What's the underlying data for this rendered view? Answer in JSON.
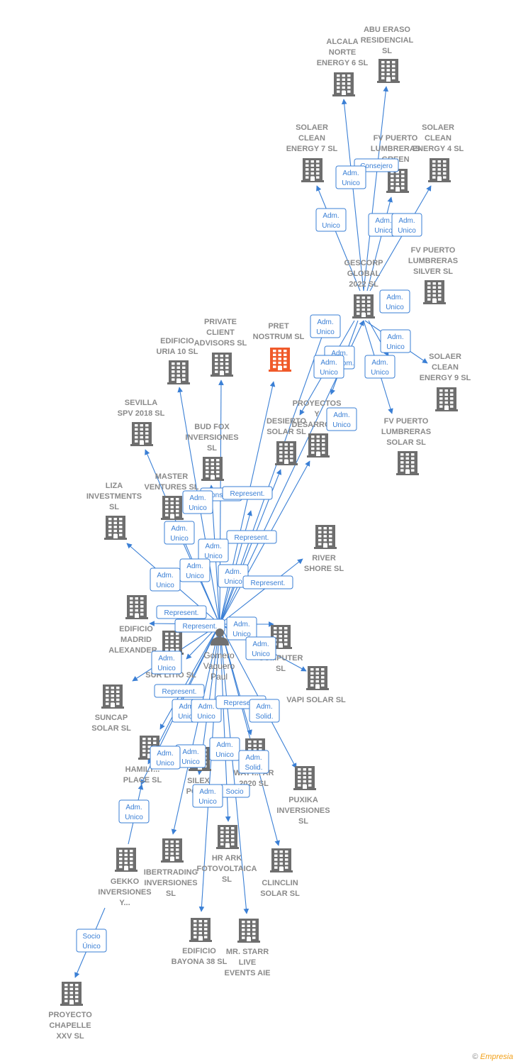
{
  "colors": {
    "building": "#6e6e6e",
    "building_highlight": "#f05a2a",
    "edge": "#3a7fd5",
    "person": "#707070",
    "label": "#8a8a8a"
  },
  "center": {
    "name": [
      "Gomero",
      "Vaquero",
      "Paul"
    ]
  },
  "nodes": [
    {
      "id": "abu",
      "lines": [
        "ABU ERASO",
        "RESIDENCIAL",
        "SL"
      ]
    },
    {
      "id": "alcala",
      "lines": [
        "ALCALA",
        "NORTE",
        "ENERGY 6  SL"
      ]
    },
    {
      "id": "solaer7",
      "lines": [
        "SOLAER",
        "CLEAN",
        "ENERGY 7  SL"
      ]
    },
    {
      "id": "fvgreen",
      "lines": [
        "FV PUERTO",
        "LUMBRERAS",
        "GREEN"
      ]
    },
    {
      "id": "solaer4",
      "lines": [
        "SOLAER",
        "CLEAN",
        "ENERGY 4  SL"
      ]
    },
    {
      "id": "fvsilver",
      "lines": [
        "FV PUERTO",
        "LUMBRERAS",
        "SILVER  SL"
      ]
    },
    {
      "id": "gescorp",
      "lines": [
        "GESCORP",
        "GLOBAL",
        "2022  SL"
      ]
    },
    {
      "id": "pret",
      "lines": [
        "PRET",
        "NOSTRUM  SL"
      ]
    },
    {
      "id": "private",
      "lines": [
        "PRIVATE",
        "CLIENT",
        "ADVISORS  SL"
      ]
    },
    {
      "id": "uria",
      "lines": [
        "EDIFICIO",
        "URIA 10  SL"
      ]
    },
    {
      "id": "solaer9",
      "lines": [
        "SOLAER",
        "CLEAN",
        "ENERGY 9  SL"
      ]
    },
    {
      "id": "fvsolar",
      "lines": [
        "FV PUERTO",
        "LUMBRERAS",
        "SOLAR  SL"
      ]
    },
    {
      "id": "sevilla",
      "lines": [
        "SEVILLA",
        "SPV 2018  SL"
      ]
    },
    {
      "id": "budfox",
      "lines": [
        "BUD FOX",
        "INVERSIONES",
        "SL"
      ]
    },
    {
      "id": "desierto",
      "lines": [
        "DESIERTO",
        "SOLAR  SL"
      ]
    },
    {
      "id": "proyectos",
      "lines": [
        "PROYECTOS",
        "Y",
        "DESARROL..."
      ]
    },
    {
      "id": "master",
      "lines": [
        "MASTER",
        "VENTURES  SL"
      ]
    },
    {
      "id": "liza",
      "lines": [
        "LIZA",
        "INVESTMENTS",
        "SL"
      ]
    },
    {
      "id": "river",
      "lines": [
        "RIVER",
        "SHORE  SL"
      ]
    },
    {
      "id": "madrid",
      "lines": [
        "EDIFICIO",
        "MADRID",
        "ALEXANDER..."
      ]
    },
    {
      "id": "surlitio",
      "lines": [
        "SUR LITIO  SL"
      ]
    },
    {
      "id": "computer",
      "lines": [
        "COMPUTER",
        "SL"
      ]
    },
    {
      "id": "vapi",
      "lines": [
        "VAPI SOLAR SL"
      ]
    },
    {
      "id": "suncap",
      "lines": [
        "SUNCAP",
        "SOLAR  SL"
      ]
    },
    {
      "id": "hamilton",
      "lines": [
        "HAMILT...",
        "PLACE  SL"
      ]
    },
    {
      "id": "silex",
      "lines": [
        "SILEX",
        "POW..."
      ]
    },
    {
      "id": "watt",
      "lines": [
        "WATT...  AR",
        "2020  SL"
      ]
    },
    {
      "id": "puxika",
      "lines": [
        "PUXIKA",
        "INVERSIONES",
        "SL"
      ]
    },
    {
      "id": "gekko",
      "lines": [
        "GEKKO",
        "INVERSIONES",
        "Y..."
      ]
    },
    {
      "id": "ibertrading",
      "lines": [
        "IBERTRADING",
        "INVERSIONES",
        "SL"
      ]
    },
    {
      "id": "hrark",
      "lines": [
        "HR ARK",
        "FOTOVOLTAICA",
        "SL"
      ]
    },
    {
      "id": "clinclin",
      "lines": [
        "CLINCLIN",
        "SOLAR  SL"
      ]
    },
    {
      "id": "bayona",
      "lines": [
        "EDIFICIO",
        "BAYONA 38  SL"
      ]
    },
    {
      "id": "starr",
      "lines": [
        "MR.  STARR",
        "LIVE",
        "EVENTS  AIE"
      ]
    },
    {
      "id": "chapelle",
      "lines": [
        "PROYECTO",
        "CHAPELLE",
        "XXV  SL"
      ]
    }
  ],
  "relations": [
    {
      "lines": [
        "Consejero"
      ]
    },
    {
      "lines": [
        "Adm.",
        "Unico"
      ]
    },
    {
      "lines": [
        "Adm.",
        "Unico"
      ]
    },
    {
      "lines": [
        "Adm.",
        "Unico"
      ]
    },
    {
      "lines": [
        "Adm.",
        "Unico"
      ]
    },
    {
      "lines": [
        "Adm.",
        "Unico"
      ]
    },
    {
      "lines": [
        "Adm.",
        "Unico"
      ]
    },
    {
      "lines": [
        "Adm.",
        "Unico"
      ]
    },
    {
      "lines": [
        "Adm.",
        "Mancom."
      ]
    },
    {
      "lines": [
        "Adm.",
        "Unico"
      ]
    },
    {
      "lines": [
        "Adm.",
        "Unico"
      ]
    },
    {
      "lines": [
        "Adm.",
        "Unico"
      ]
    },
    {
      "lines": [
        "Consej...."
      ]
    },
    {
      "lines": [
        "Represent."
      ]
    },
    {
      "lines": [
        "Adm.",
        "Unico"
      ]
    },
    {
      "lines": [
        "Adm.",
        "Unico"
      ]
    },
    {
      "lines": [
        "Represent."
      ]
    },
    {
      "lines": [
        "Adm.",
        "Unico"
      ]
    },
    {
      "lines": [
        "Adm.",
        "Unico"
      ]
    },
    {
      "lines": [
        "Adm.",
        "Unico"
      ]
    },
    {
      "lines": [
        "Adm.",
        "Unico"
      ]
    },
    {
      "lines": [
        "Represent."
      ]
    },
    {
      "lines": [
        "Represent."
      ]
    },
    {
      "lines": [
        "Represent."
      ]
    },
    {
      "lines": [
        "Adm.",
        "Unico"
      ]
    },
    {
      "lines": [
        "Adm.",
        "Unico"
      ]
    },
    {
      "lines": [
        "Adm.",
        "Unico"
      ]
    },
    {
      "lines": [
        "Represent."
      ]
    },
    {
      "lines": [
        "Adm.",
        "Unico"
      ]
    },
    {
      "lines": [
        "Adm.",
        "Unico"
      ]
    },
    {
      "lines": [
        "Represent."
      ]
    },
    {
      "lines": [
        "Adm.",
        "Solid."
      ]
    },
    {
      "lines": [
        "Adm.",
        "Unico"
      ]
    },
    {
      "lines": [
        "Adm.",
        "Unico"
      ]
    },
    {
      "lines": [
        "Adm.",
        "Unico"
      ]
    },
    {
      "lines": [
        "Adm.",
        "Unico"
      ]
    },
    {
      "lines": [
        "Adm.",
        "Solid."
      ]
    },
    {
      "lines": [
        "Socio"
      ]
    },
    {
      "lines": [
        "Adm.",
        "Unico"
      ]
    },
    {
      "lines": [
        "Socio",
        "Único"
      ]
    }
  ],
  "footer": {
    "copyright": "©",
    "brand": "Empresia"
  }
}
